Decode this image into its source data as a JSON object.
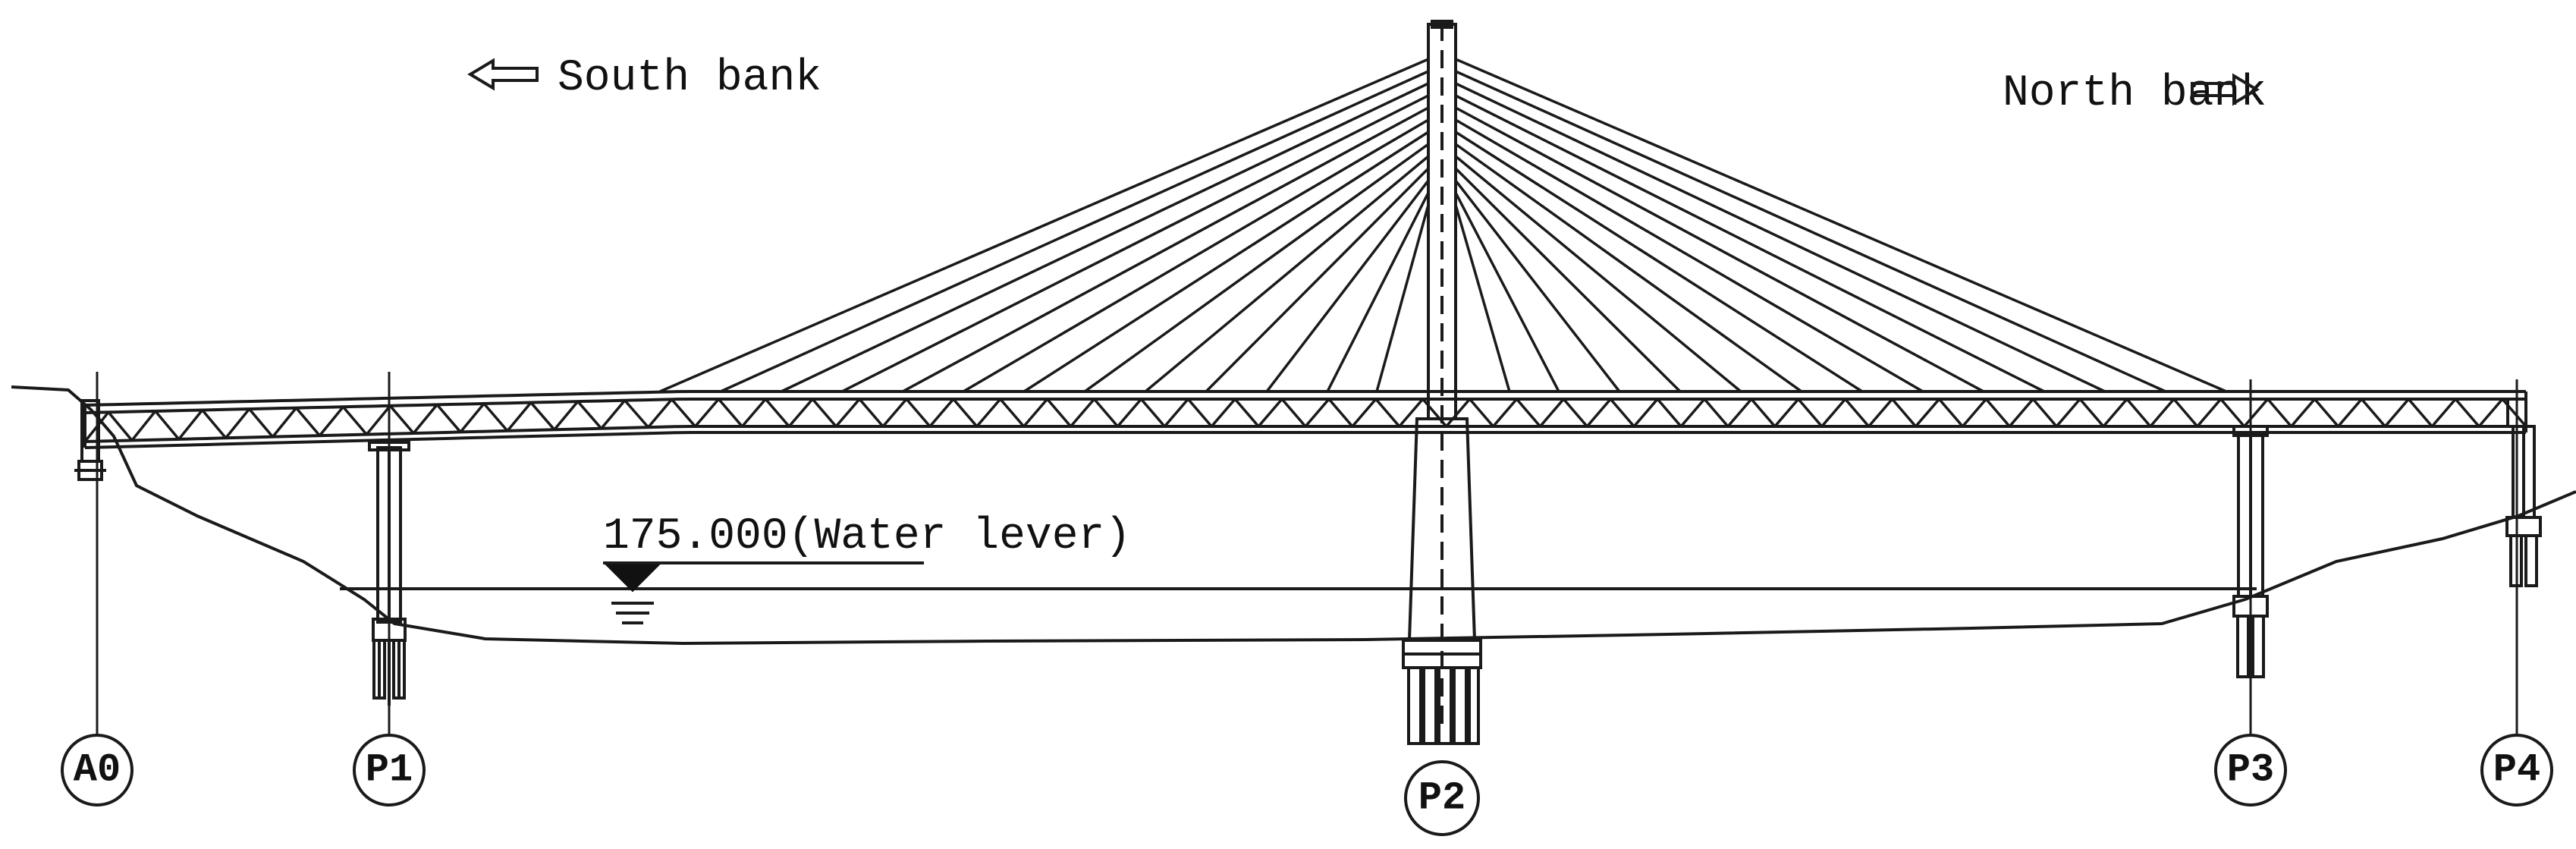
{
  "annotations": {
    "south_bank": "South bank",
    "north_bank": "North bank",
    "water_level": "175.000(Water lever)"
  },
  "supports": [
    {
      "id": "A0"
    },
    {
      "id": "P1"
    },
    {
      "id": "P2"
    },
    {
      "id": "P3"
    },
    {
      "id": "P4"
    }
  ],
  "colors": {
    "line": "#1a1a1a",
    "background": "#ffffff"
  }
}
